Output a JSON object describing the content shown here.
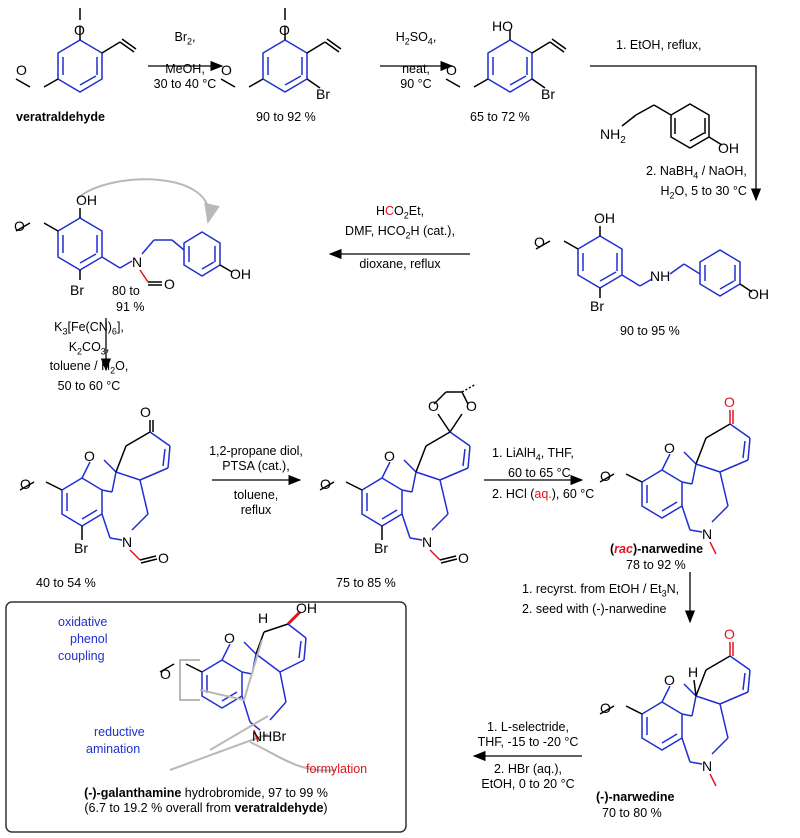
{
  "colors": {
    "scaffold": "#1f2fd0",
    "highlight": "#e0141e",
    "arrow": "#000000",
    "curve": "#b8b8b8"
  },
  "step1": {
    "line1": "Br",
    "sub1": "2",
    "line1b": ",",
    "line2": "MeOH,",
    "line3": "30 to 40 °C"
  },
  "step2": {
    "line1": "H",
    "sub1": "2",
    "line1b": "SO",
    "sub2": "4",
    "line1c": ",",
    "line2": "neat,",
    "line3": "90 °C"
  },
  "step3": {
    "line1": "1. EtOH, reflux,",
    "line2a": "2. NaBH",
    "sub": "4",
    "line2b": " / NaOH,",
    "line3a": "H",
    "sub2": "2",
    "line3b": "O, 5 to 30 °C"
  },
  "step4": {
    "line1a": "H",
    "line1red": "C",
    "line1b": "O",
    "sub1": "2",
    "line1c": "Et,",
    "line2a": "DMF, HCO",
    "sub2": "2",
    "line2b": "H (cat.),",
    "line3": "dioxane, reflux"
  },
  "step5": {
    "line1a": "K",
    "sub1": "3",
    "line1b": "[Fe(CN)",
    "sub2": "6",
    "line1c": "],",
    "line2a": "K",
    "sub3": "2",
    "line2b": "CO",
    "sub4": "3",
    "line2c": ",",
    "line3a": "toluene / H",
    "sub5": "2",
    "line3b": "O,",
    "line4": "50 to 60 °C"
  },
  "step6": {
    "line1": "1,2-propane diol,",
    "line2": "PTSA (cat.),",
    "line3": "toluene,",
    "line4": "reflux"
  },
  "step7": {
    "line1a": "1. LiAlH",
    "sub1": "4",
    "line1b": ", THF,",
    "line2": "60 to 65 °C",
    "line3a": "2. HCl (",
    "line3red": "aq.",
    "line3b": "), 60 °C"
  },
  "step8": {
    "line1": "1. recyrst. from EtOH / Et",
    "sub1": "3",
    "line1b": "N,",
    "line2": "2. seed with (-)-narwedine"
  },
  "step9": {
    "line1": "1. L-selectride,",
    "line2": "THF, -15 to -20 °C",
    "line3": "2. HBr (aq.),",
    "line4": "EtOH, 0 to 20 °C"
  },
  "compounds": {
    "veratraldehyde": "veratraldehyde",
    "y1": "90 to 92 %",
    "y2": "65 to 72 %",
    "y3": "90 to 95 %",
    "y4a": "80 to",
    "y4b": "91 %",
    "y5": "40 to 54 %",
    "y6": "75 to 85 %",
    "rac_a": "(",
    "rac_red": "rac",
    "rac_b": ")-narwedine",
    "y7": "78 to 92 %",
    "narwedine": "(-)-narwedine",
    "y8": "70 to 80 %"
  },
  "box": {
    "oxidative": "oxidative",
    "phenol": "phenol",
    "coupling": "coupling",
    "reductive": "reductive",
    "amination": "amination",
    "formylation": "formylation",
    "product_b": "(-)-galanthamine",
    "product_rest": " hydrobromide, 97 to 99 %",
    "overall_a": "(6.7 to 19.2 % overall from ",
    "overall_b": "veratraldehyde",
    "overall_c": ")"
  },
  "atoms": {
    "O": "O",
    "OH": "OH",
    "HO": "HO",
    "Br": "Br",
    "N": "N",
    "NH": "NH",
    "H": "H",
    "NH2a": "NH",
    "NH2sub": "2",
    "NHBr": "NHBr"
  }
}
